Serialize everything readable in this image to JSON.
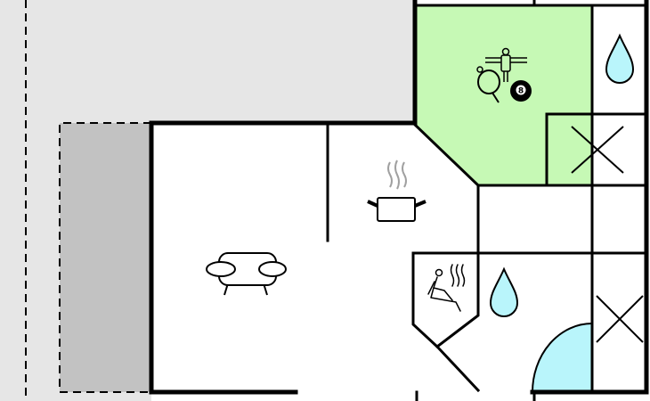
{
  "floorplan": {
    "colors": {
      "background": "#ffffff",
      "outdoor_area": "#e6e6e6",
      "terrace": "#c2c2c2",
      "activity_room": "#c6f9b5",
      "water_fixture": "#b9f5fb",
      "wall": "#000000",
      "steam": "#a0a0a0"
    },
    "rooms": [
      {
        "name": "living-room",
        "icon": "sofa-icon"
      },
      {
        "name": "kitchen",
        "icon": "cooking-pot-icon"
      },
      {
        "name": "activity-room",
        "icon": "table-tennis-icon",
        "extra_icons": [
          "table-football-icon",
          "billiard-ball-icon"
        ]
      },
      {
        "name": "sauna",
        "icon": "sauna-icon"
      },
      {
        "name": "bathroom-upper",
        "icon": "water-drop-icon"
      },
      {
        "name": "bathroom-lower",
        "icon": "water-drop-icon"
      },
      {
        "name": "storage-upper",
        "icon": "cross-icon"
      },
      {
        "name": "storage-lower",
        "icon": "cross-icon"
      }
    ],
    "billiard_ball_number": "8"
  }
}
